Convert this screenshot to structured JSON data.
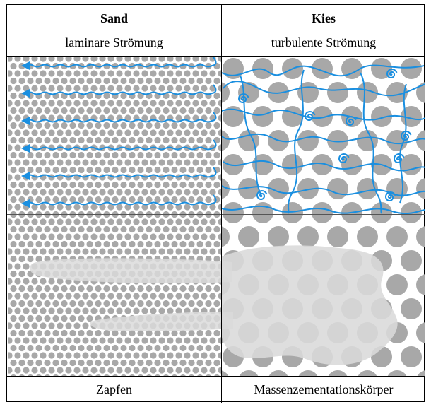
{
  "columns": [
    {
      "title": "Sand",
      "subtitle": "laminare Strömung",
      "footer": "Zapfen"
    },
    {
      "title": "Kies",
      "subtitle": "turbulente Strömung",
      "footer": "Massenzementationskörper"
    }
  ],
  "colors": {
    "flow": "#1a8fe0",
    "grain": "#a8a8a8",
    "fill": "#dadada",
    "border": "#000000"
  }
}
